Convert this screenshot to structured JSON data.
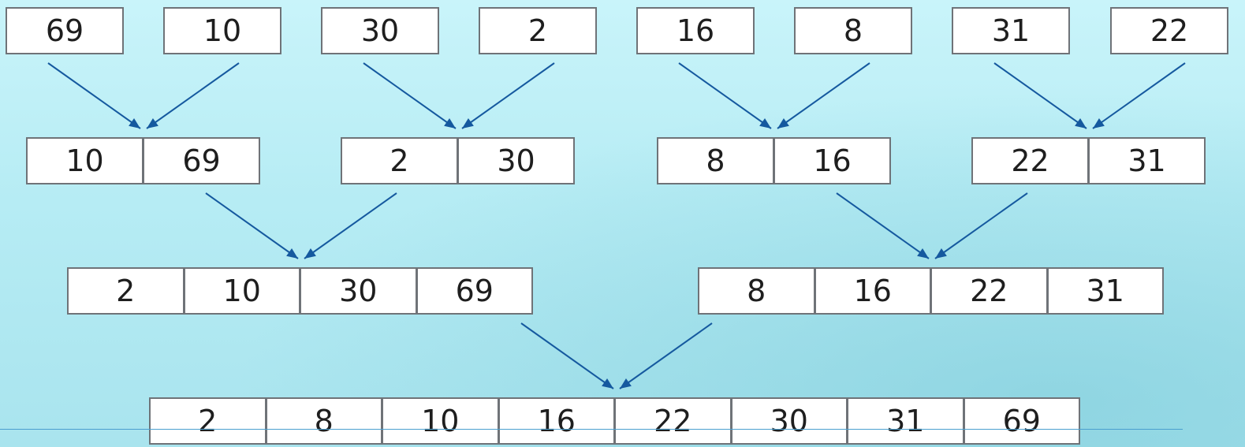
{
  "accent_color": "#15599f",
  "merge_levels": [
    {
      "groups": [
        [
          69
        ],
        [
          10
        ],
        [
          30
        ],
        [
          2
        ],
        [
          16
        ],
        [
          8
        ],
        [
          31
        ],
        [
          22
        ]
      ]
    },
    {
      "groups": [
        [
          10,
          69
        ],
        [
          2,
          30
        ],
        [
          8,
          16
        ],
        [
          22,
          31
        ]
      ]
    },
    {
      "groups": [
        [
          2,
          10,
          30,
          69
        ],
        [
          8,
          16,
          22,
          31
        ]
      ]
    },
    {
      "groups": [
        [
          2,
          8,
          10,
          16,
          22,
          30,
          31,
          69
        ]
      ]
    }
  ]
}
